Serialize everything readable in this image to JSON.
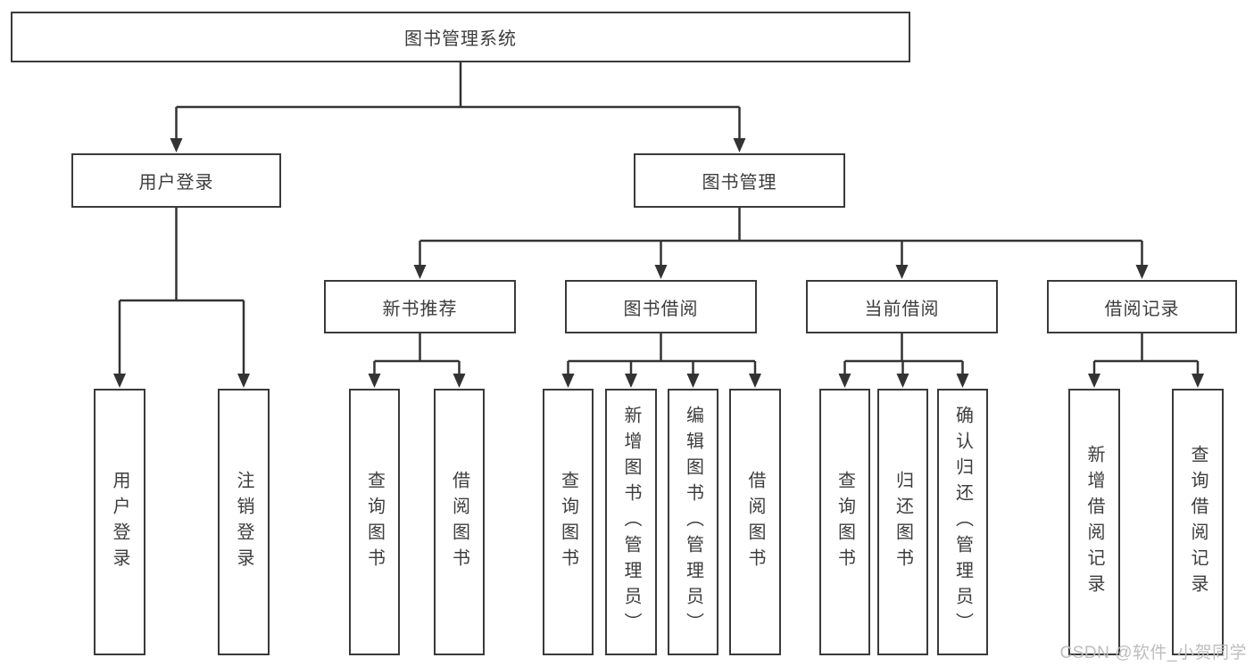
{
  "watermark": "CSDN @软件_小贺同学",
  "colors": {
    "line": "#333333",
    "border": "#3a3a3a",
    "text": "#3d3d3d",
    "watermark": "#bdbdbd",
    "background": "#ffffff"
  },
  "tree": {
    "root": {
      "label": "图书管理系统"
    },
    "children": [
      {
        "label": "用户登录",
        "children": [
          {
            "label": "用户登录"
          },
          {
            "label": "注销登录"
          }
        ]
      },
      {
        "label": "图书管理",
        "children": [
          {
            "label": "新书推荐",
            "children": [
              {
                "label": "查询图书"
              },
              {
                "label": "借阅图书"
              }
            ]
          },
          {
            "label": "图书借阅",
            "children": [
              {
                "label": "查询图书"
              },
              {
                "label": "新增图书（管理员）"
              },
              {
                "label": "编辑图书（管理员）"
              },
              {
                "label": "借阅图书"
              }
            ]
          },
          {
            "label": "当前借阅",
            "children": [
              {
                "label": "查询图书"
              },
              {
                "label": "归还图书"
              },
              {
                "label": "确认归还（管理员）"
              }
            ]
          },
          {
            "label": "借阅记录",
            "children": [
              {
                "label": "新增借阅记录"
              },
              {
                "label": "查询借阅记录"
              }
            ]
          }
        ]
      }
    ]
  }
}
